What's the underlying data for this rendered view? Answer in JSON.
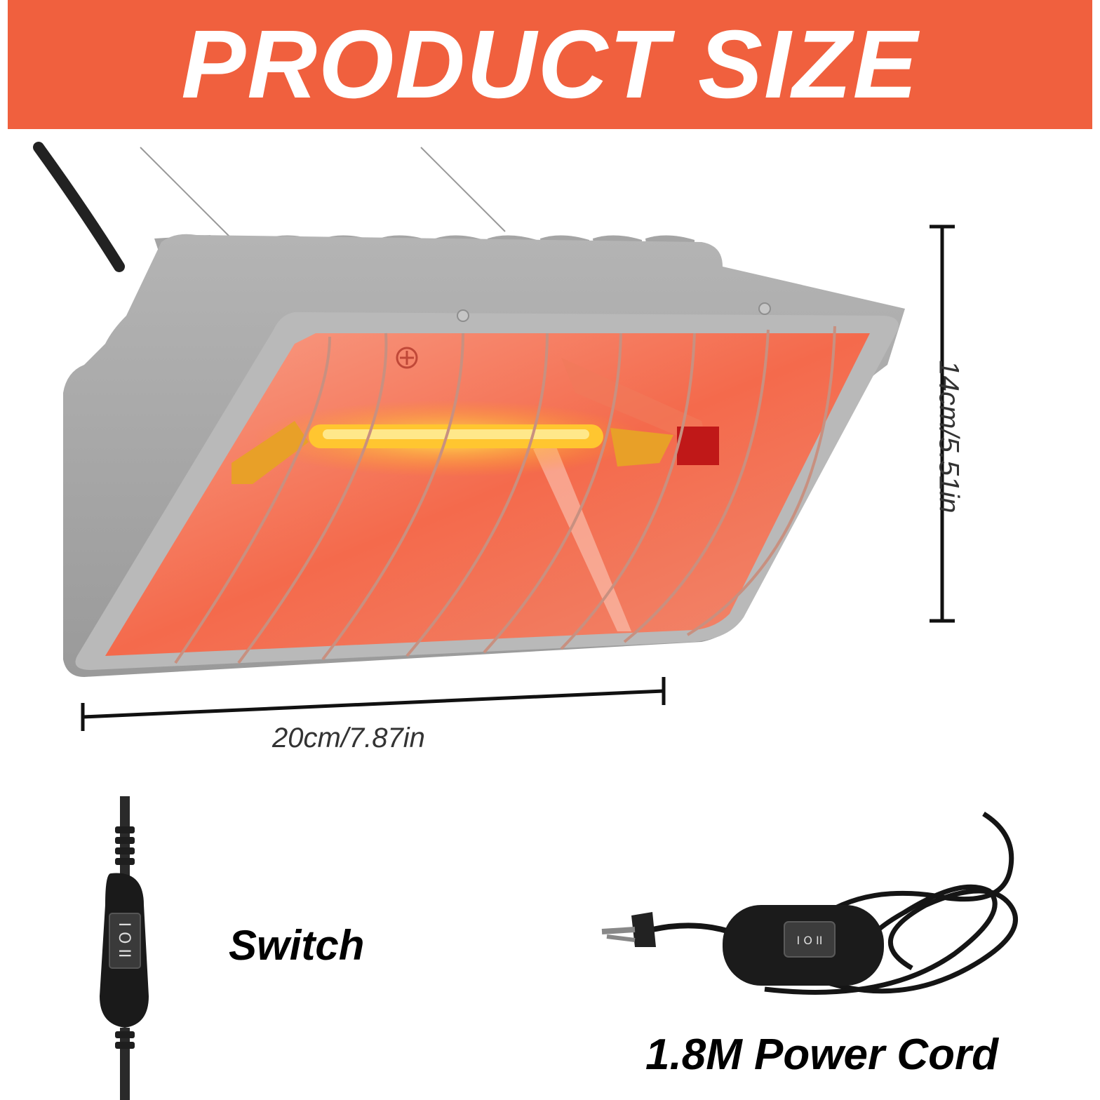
{
  "banner": {
    "title": "PRODUCT SIZE"
  },
  "dimensions": {
    "width_label": "20cm/7.87in",
    "height_label": "14cm/5.51in"
  },
  "switch": {
    "caption": "Switch"
  },
  "power_cord": {
    "caption": "1.8M Power Cord"
  },
  "colors": {
    "banner": "#f0603e",
    "housing": "#a8a8a8",
    "glow": "#f46a4c",
    "element": "#ffb020"
  },
  "icons": [
    "heater-illustration",
    "dimension-line-horizontal",
    "dimension-line-vertical",
    "inline-switch-icon",
    "power-cord-plug-icon"
  ]
}
